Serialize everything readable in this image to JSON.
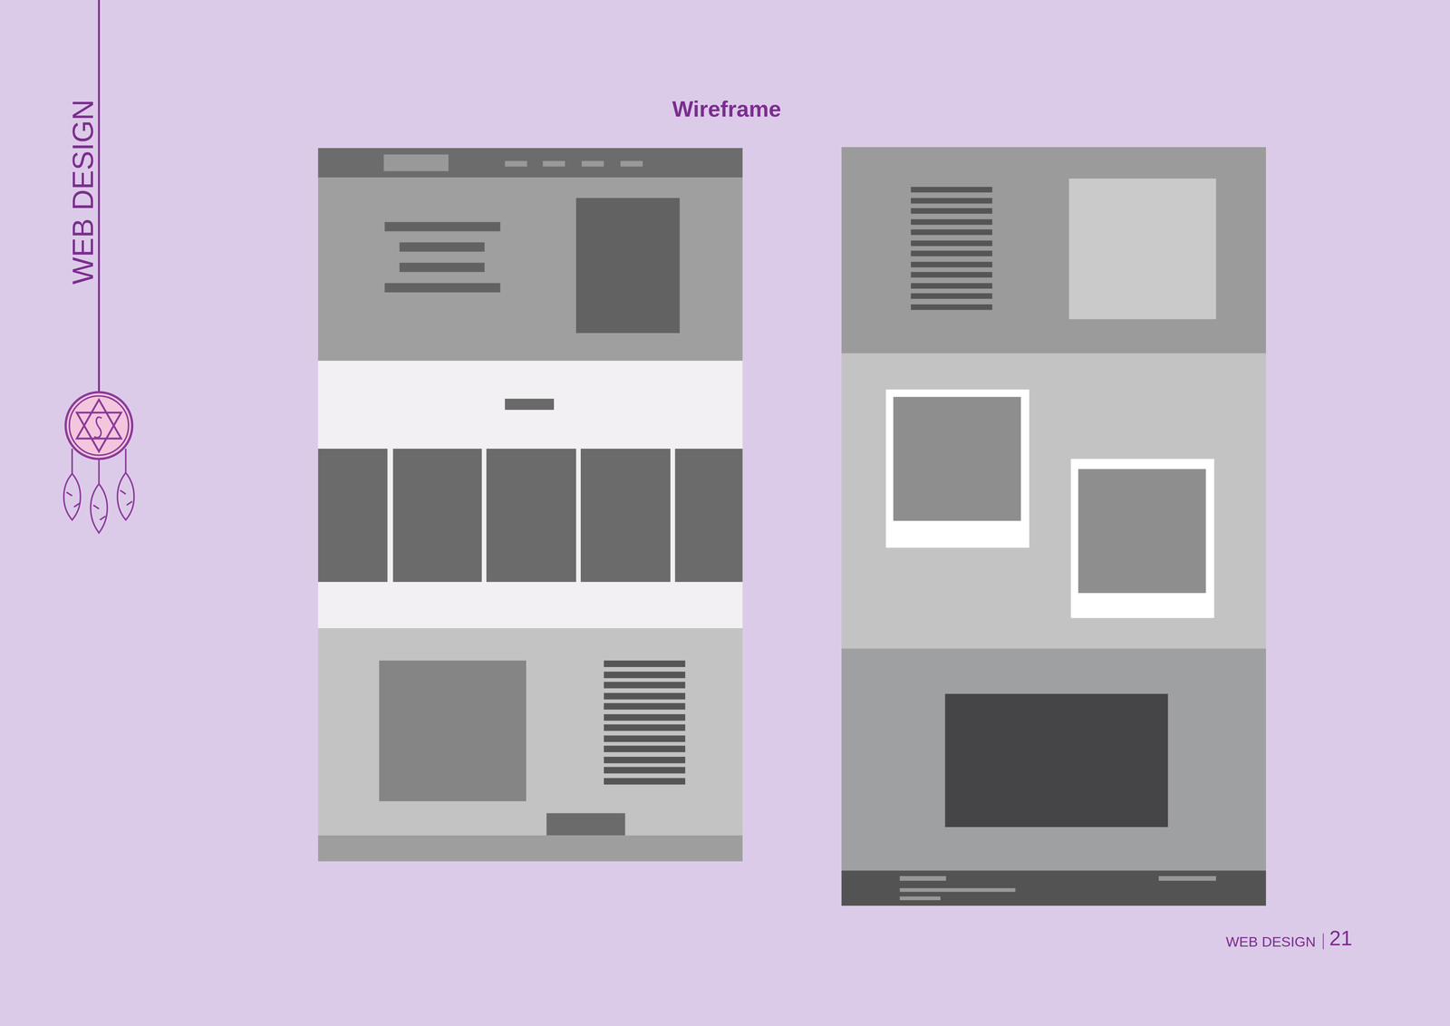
{
  "diagram": {
    "title": "Wireframe",
    "labels": [
      "WEB DESIGN",
      "WEB DESIGN",
      "21"
    ]
  }
}
